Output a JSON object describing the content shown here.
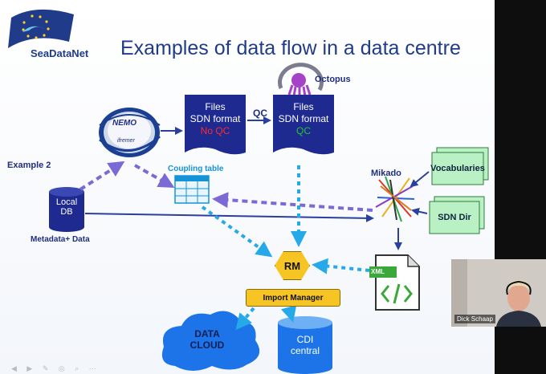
{
  "slide": {
    "title": "Examples of data flow in a data centre",
    "brand": "SeaDataNet",
    "example_label": "Example 2",
    "octopus_label": "Octopus",
    "qc_label": "QC",
    "nemo_label": "NEMO",
    "nemo_sub": "ifremer",
    "files_noqc": {
      "line1": "Files",
      "line2": "SDN format",
      "line3": "No QC"
    },
    "files_qc": {
      "line1": "Files",
      "line2": "SDN format",
      "line3": "QC"
    },
    "coupling_table_label": "Coupling table",
    "mikado_label": "Mikado",
    "vocabularies_label": "Vocabularies",
    "sdn_dir_label": "SDN Dir",
    "local_db": {
      "line1": "Local",
      "line2": "DB"
    },
    "metadata_label": "Metadata+ Data",
    "rm_label": "RM",
    "xml_label": "XML",
    "import_manager_label": "Import Manager",
    "data_cloud": {
      "line1": "DATA",
      "line2": "CLOUD"
    },
    "cdi_central": {
      "line1": "CDI",
      "line2": "central"
    }
  },
  "video": {
    "participant_name": "Dick Schaap"
  },
  "colors": {
    "title": "#1f3b8a",
    "doc_blue": "#1e2a8f",
    "arrow_navy": "#2a3f9e",
    "arrow_purple": "#7b6ad6",
    "arrow_cyan": "#25a9e8",
    "rm_yellow": "#f6c523",
    "cloud_blue": "#1c74e8"
  },
  "icons": [
    "eu-flag-logo",
    "octopus-icon",
    "nemo-globe-icon",
    "table-icon",
    "database-icon",
    "mikado-sticks-icon",
    "xml-file-icon",
    "cloud-icon"
  ]
}
